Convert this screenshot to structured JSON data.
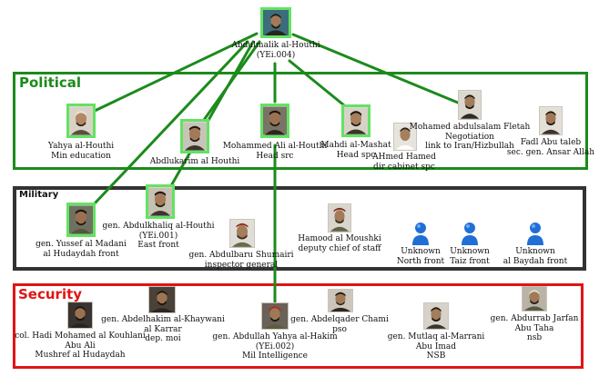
{
  "colors": {
    "political_border": "#1c8a1c",
    "military_border": "#333333",
    "security_border": "#e01414",
    "connector": "#1c8a1c",
    "highlight_frame": "#63e263",
    "unknown_avatar": "#1f6fd6"
  },
  "groups": {
    "political": "Political",
    "military": "Military",
    "security": "Security"
  },
  "leader": {
    "name": "Abdulmalik al-Houthi",
    "id": "(YEi.004)",
    "icon": "portrait-photo"
  },
  "political": {
    "yahya": {
      "name": "Yahya  al-Houthi",
      "role": "Min education"
    },
    "abdulkarim": {
      "name": "Abdlukarim al Houthi"
    },
    "mohammed_ali": {
      "name": "Mohammed Ali al-Houthi",
      "role": "Head src"
    },
    "mahdi": {
      "name": "Mahdi al-Mashat",
      "role": "Head spc"
    },
    "ahmed_hamed": {
      "name": "AHmed Hamed",
      "role": "dir cabinet spc"
    },
    "mohamed_abdulsalam": {
      "name": "Mohamed abdulsalam Fletah",
      "role": "Negotiation",
      "note": "link to Iran/Hizbullah"
    },
    "fadl": {
      "name": "Fadl Abu taleb",
      "role": "sec. gen. Ansar Allah"
    }
  },
  "military": {
    "yussef": {
      "name": "gen. Yussef al Madani",
      "role": "al Hudaydah front"
    },
    "abdulkhaliq": {
      "name": "gen. Abdulkhaliq al-Houthi",
      "id": "(YEi.001)",
      "role": "East front"
    },
    "abdulbaru": {
      "name": "gen. Abdulbaru Shumairi",
      "role": "inspector general"
    },
    "hamood": {
      "name": "Hamood al Moushki",
      "role": "deputy chief of staff"
    },
    "unknown_north": {
      "name": "Unknown",
      "role": "North front",
      "icon": "unknown-person-icon"
    },
    "unknown_taiz": {
      "name": "Unknown",
      "role": "Taiz front",
      "icon": "unknown-person-icon"
    },
    "unknown_baydah": {
      "name": "Unknown",
      "role": "al Baydah front",
      "icon": "unknown-person-icon"
    }
  },
  "security": {
    "hadi": {
      "name": "col. Hadi Mohamed al Kouhlani",
      "alias": "Abu Ali",
      "role": "Mushref al Hudaydah"
    },
    "abdelhakim": {
      "name": "gen. Abdelhakim al-Khaywani",
      "alias": "al Karrar",
      "role": "dep. moi"
    },
    "abdullah": {
      "name": "gen. Abdullah Yahya al-Hakim",
      "id": "(YEi.002)",
      "role": "Mil Intelligence"
    },
    "abdelqader": {
      "name": "gen. Abdelqader Chami",
      "role": "pso"
    },
    "mutlaq": {
      "name": "gen. Mutlaq al-Marrani",
      "alias": "Abu Imad",
      "role": "NSB"
    },
    "abdurrab": {
      "name": "gen. Abdurrab Jarfan",
      "alias": "Abu Taha",
      "role": "nsb"
    }
  }
}
